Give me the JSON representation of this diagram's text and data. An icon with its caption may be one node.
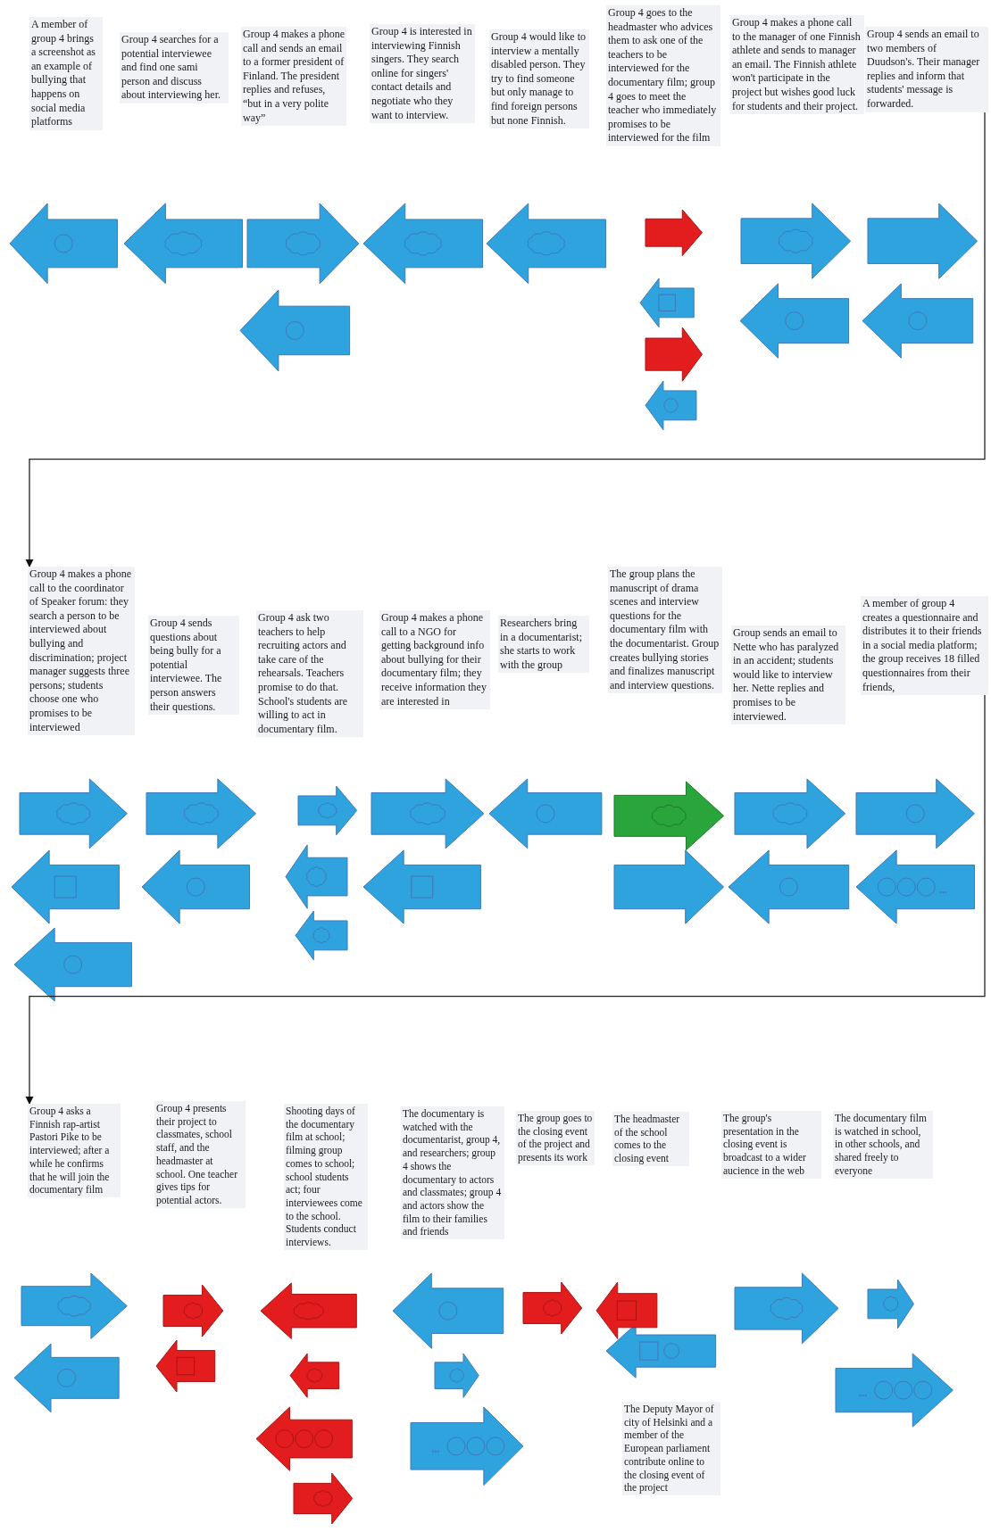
{
  "diagram": {
    "nodes": [
      {
        "text": [
          "A member of  group 4 brings a screenshot as an example of bullying that happens on social media platforms"
        ]
      },
      {
        "text": [
          "Group 4 searches for a potential interviewee and find one sami person and discuss about interviewing her."
        ]
      },
      {
        "text": [
          "Group 4 makes a phone call and sends an email to a former president of Finland. The president replies and refuses, “but in a very polite way”"
        ]
      },
      {
        "text": [
          "Group 4 is interested in interviewing Finnish singers. They search online for singers' contact details and negotiate who they want to interview."
        ]
      },
      {
        "text": [
          "Group 4 would like to interview a mentally disabled person. They try to find someone but only manage to find foreign persons but none Finnish."
        ]
      },
      {
        "text": [
          "Group 4 goes to the headmaster who advices them to ask one of the teachers to be interviewed for the documentary film; group 4 goes to meet the teacher who immediately promises to be interviewed for the film"
        ]
      },
      {
        "text": [
          "Group 4 makes a phone call to the manager of one Finnish athlete and sends to manager an email. The Finnish athlete won't  participate in the project but wishes good luck for students and their project."
        ]
      },
      {
        "text": [
          "Group 4 sends an email to two members of Duudson's. Their manager replies and inform that students' message is forwarded."
        ]
      },
      {
        "text": [
          "Group 4 makes a phone call to the coordinator of Speaker forum: they search a person to be interviewed about bullying and discrimination; project manager suggests three persons; students choose one who promises to be interviewed"
        ]
      },
      {
        "text": [
          "Group 4 sends questions about being bully for a potential interviewee. The person answers their questions."
        ]
      },
      {
        "text": [
          "Group 4 ask two teachers to help recruiting actors and take care of the rehearsals. Teachers promise to do that. School's students are willing to act in documentary film."
        ]
      },
      {
        "text": [
          "Group 4 makes a phone call to a NGO for getting background info about bullying for their documentary film; they receive information they are interested in"
        ]
      },
      {
        "text": [
          "Researchers bring in a documentarist; she starts to work with the group"
        ]
      },
      {
        "text": [
          "The group plans the manuscript of drama scenes and interview questions for the documentary film with the documentarist. Group creates bullying stories and finalizes manuscript and interview questions."
        ]
      },
      {
        "text": [
          "Group sends an email to Nette who has paralyzed in an accident; students would like to interview her. Nette replies and promises to be interviewed."
        ]
      },
      {
        "text": [
          "A member of group 4 creates a questionnaire and distributes it to their friends in a social media platform; the group receives 18  filled questionnaires from their friends,"
        ]
      },
      {
        "text": [
          "Group 4 asks a Finnish rap-artist Pastori Pike to be interviewed; after a while he confirms that he will join the documentary film"
        ]
      },
      {
        "text": [
          "Group 4 presents their project to classmates, school staff, and the headmaster at school. One teacher gives tips for potential actors."
        ]
      },
      {
        "text": [
          "Shooting days of the documentary film at school; filming group comes to school; school students act; four interviewees come to the school. Students conduct interviews."
        ]
      },
      {
        "text": [
          "The documentary is watched with the documentarist, group 4, and researchers; group 4 shows the documentary to actors and classmates; group 4 and actors show the film to their families and friends"
        ]
      },
      {
        "text": [
          "The group goes to the closing event of the project and presents  its work"
        ]
      },
      {
        "text": [
          "The headmaster of the school comes to the closing event"
        ]
      },
      {
        "text": [
          "The group's presentation in the closing event is broadcast to a wider aucience in the web"
        ]
      },
      {
        "text": [
          "The documentary film is watched in school, in other schools, and shared freely to everyone"
        ]
      },
      {
        "text": [
          "The Deputy Mayor of city of Helsinki and a member of the European parliament contribute online to the closing event of the project"
        ]
      }
    ],
    "edges": [
      {
        "from": 7,
        "to": 8,
        "arrow": "to"
      },
      {
        "from": 15,
        "to": 16,
        "arrow": "to"
      }
    ]
  }
}
